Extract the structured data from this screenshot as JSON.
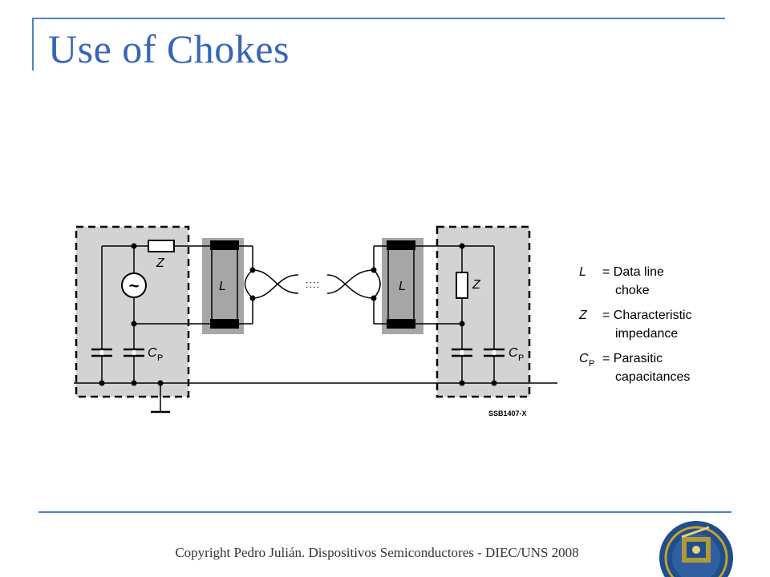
{
  "slide": {
    "title": "Use of Chokes",
    "footer": "Copyright  Pedro Julián. Dispositivos Semiconductores - DIEC/UNS 2008"
  },
  "diagram": {
    "label_l": "L",
    "label_z": "Z",
    "label_c": "C",
    "label_p": "P",
    "label_source": "~",
    "label_dots": "::::",
    "figure_id": "SSB1407-X",
    "legend": [
      {
        "symbol": "L",
        "sub": "",
        "line1": "= Data line",
        "line2": "choke"
      },
      {
        "symbol": "Z",
        "sub": "",
        "line1": "= Characteristic",
        "line2": "impedance"
      },
      {
        "symbol": "C",
        "sub": "P",
        "line1": "= Parasitic",
        "line2": "capacitances"
      }
    ]
  },
  "colors": {
    "accent": "#3566b8",
    "rule": "#4f81bd",
    "box_fill": "#d3d3d3",
    "choke_fill": "#a6a6a6"
  },
  "icons": {
    "logo": "university-seal-icon"
  }
}
